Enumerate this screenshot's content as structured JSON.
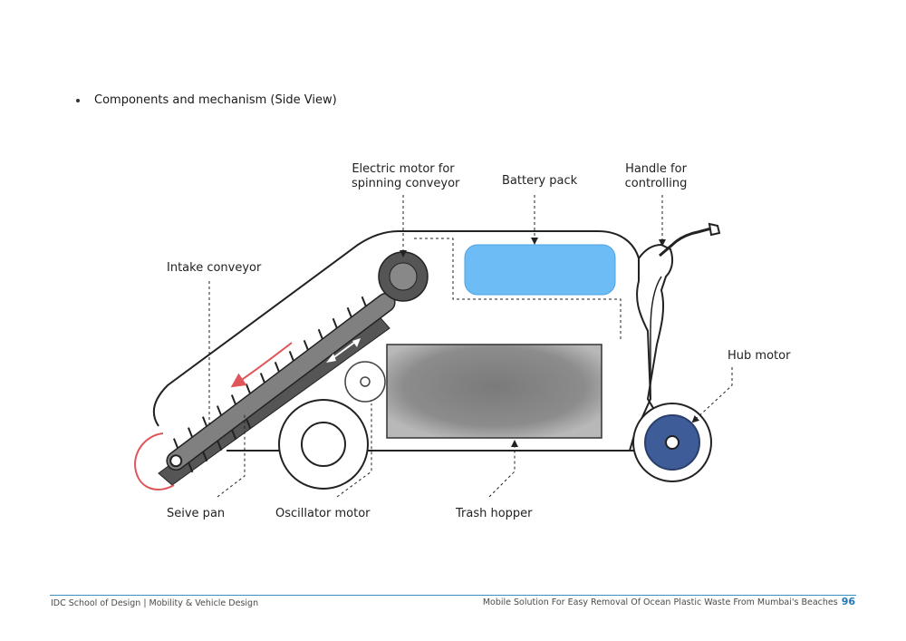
{
  "heading": "Components and mechanism (Side View)",
  "labels": {
    "electric_motor_l1": "Electric motor for",
    "electric_motor_l2": "spinning conveyor",
    "battery": "Battery pack",
    "handle_l1": "Handle for",
    "handle_l2": "controlling",
    "intake": "Intake conveyor",
    "hub_motor": "Hub motor",
    "seive_pan": "Seive pan",
    "oscillator": "Oscillator motor",
    "trash_hopper": "Trash hopper"
  },
  "colors": {
    "battery_fill": "#6ebcf6",
    "hub_motor_fill": "#3e5c97",
    "intake_arrow": "#e0555a",
    "footer_accent": "#1f78b4"
  },
  "footer": {
    "left": "IDC School of Design | Mobility & Vehicle Design",
    "right": "Mobile Solution For Easy Removal Of Ocean Plastic Waste From Mumbai's Beaches",
    "page_number": "96"
  }
}
